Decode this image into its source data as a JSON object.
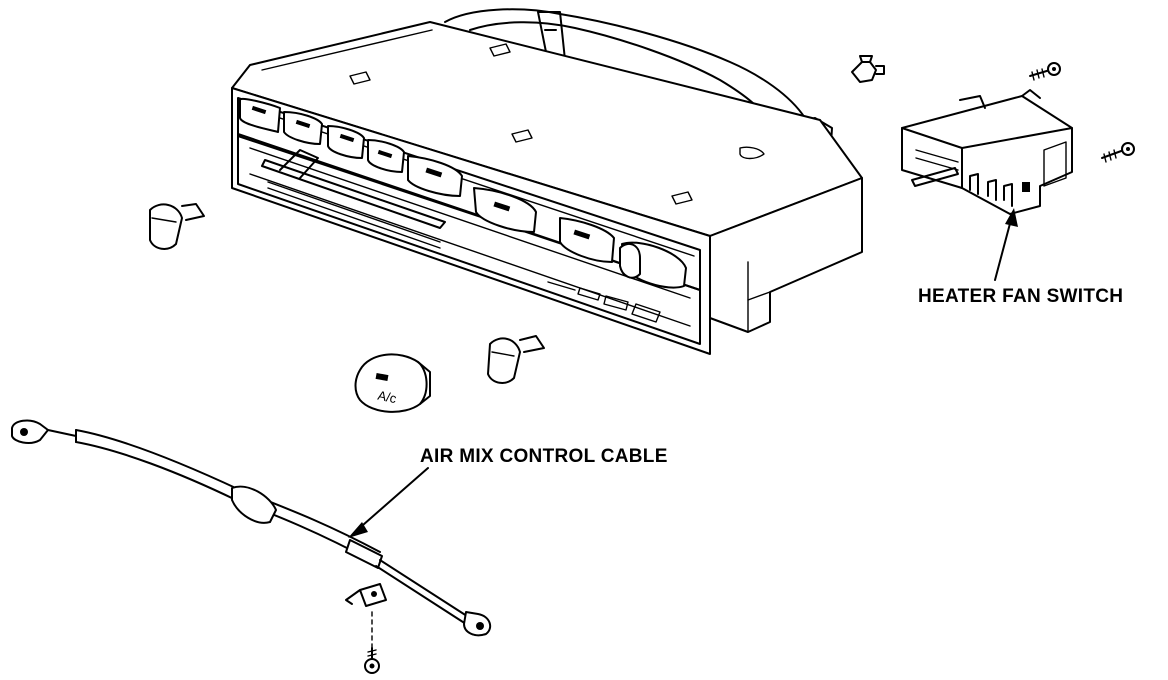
{
  "labels": {
    "heater_fan_switch": "HEATER FAN SWITCH",
    "air_mix_control_cable": "AIR MIX CONTROL CABLE",
    "ac_button": "A/c"
  }
}
